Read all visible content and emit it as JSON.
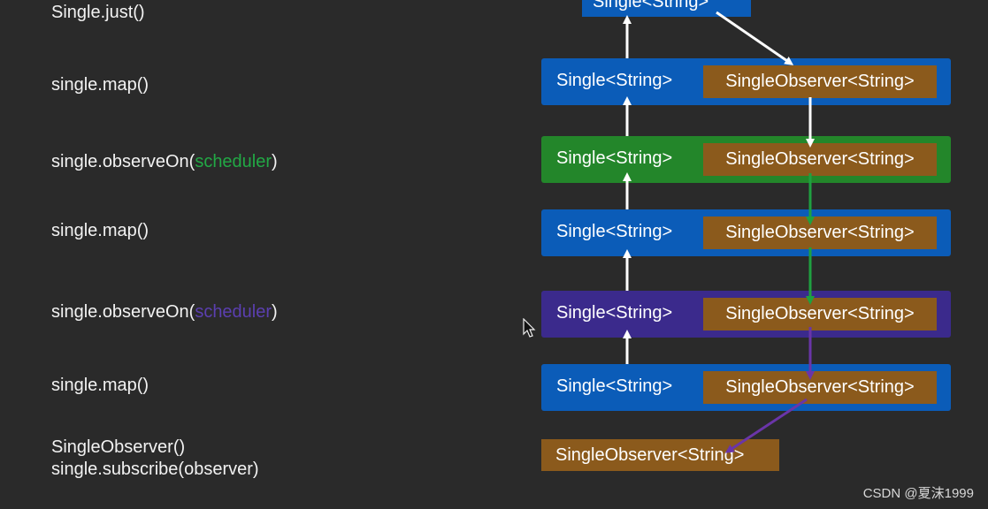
{
  "code_lines": [
    {
      "text": "Single.just()"
    },
    {
      "text": "single.map()"
    },
    {
      "prefix": "single.observeOn(",
      "highlight": "scheduler",
      "suffix": ")",
      "highlight_color": "#22a845"
    },
    {
      "text": "single.map()"
    },
    {
      "prefix": "single.observeOn(",
      "highlight": "scheduler",
      "suffix": ")",
      "highlight_color": "#5b3fb0"
    },
    {
      "text": "single.map()"
    },
    {
      "text": "SingleObserver()"
    },
    {
      "text": "single.subscribe(observer)"
    }
  ],
  "top_box": {
    "label": "Single<String>",
    "color": "#0b5cb8"
  },
  "rows": [
    {
      "single": "Single<String>",
      "observer": "SingleObserver<String>",
      "color": "#0b5cb8"
    },
    {
      "single": "Single<String>",
      "observer": "SingleObserver<String>",
      "color": "#23862a"
    },
    {
      "single": "Single<String>",
      "observer": "SingleObserver<String>",
      "color": "#0b5cb8"
    },
    {
      "single": "Single<String>",
      "observer": "SingleObserver<String>",
      "color": "#3b2a8c"
    },
    {
      "single": "Single<String>",
      "observer": "SingleObserver<String>",
      "color": "#0b5cb8"
    }
  ],
  "final_observer": {
    "label": "SingleObserver<String>",
    "color": "#8b5a1c"
  },
  "arrow_colors": {
    "white": "#ffffff",
    "green": "#1fa040",
    "purple": "#6a35a8"
  },
  "watermark": "CSDN @夏沫1999"
}
